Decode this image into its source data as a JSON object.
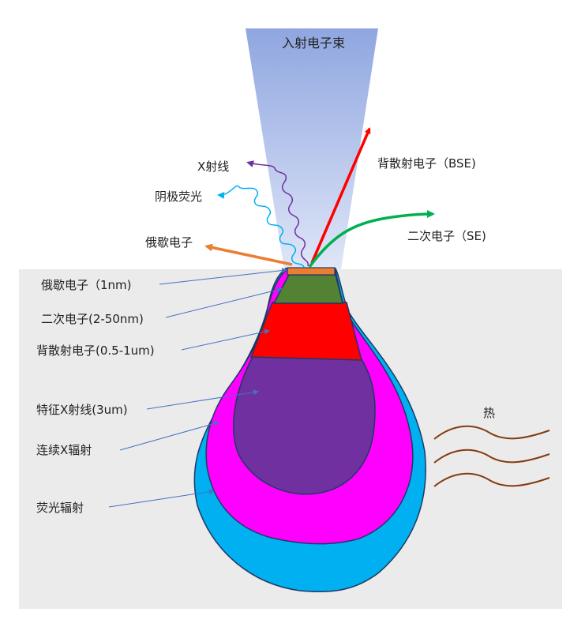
{
  "beam": {
    "label": "入射电子束"
  },
  "emissions": {
    "xray": "X射线",
    "cathodoluminescence": "阴极荧光",
    "auger": "俄歇电子",
    "bse": "背散射电子（BSE)",
    "se": "二次电子（SE)"
  },
  "regions": {
    "auger": "俄歇电子（1nm)",
    "se": "二次电子(2-50nm)",
    "bse": "背散射电子(0.5-1um)",
    "char_xray": "特征X射线(3um)",
    "continuous_xray": "连续X辐射",
    "fluorescence": "荧光辐射"
  },
  "heat": {
    "label": "热"
  },
  "colors": {
    "sample_bg": "#ebebeb",
    "auger_layer": "#ed7d31",
    "se_layer": "#548235",
    "bse_layer": "#ff0000",
    "char_xray_layer": "#7030a0",
    "continuous_layer": "#ff00ff",
    "fluorescence_layer": "#00b0f0",
    "xray_wave": "#7030a0",
    "cl_wave": "#00b0f0",
    "auger_arrow": "#ed7d31",
    "bse_arrow": "#ff0000",
    "se_arrow": "#00b050",
    "heat_wave": "#843c0c",
    "pointer_line": "#4472c4"
  }
}
